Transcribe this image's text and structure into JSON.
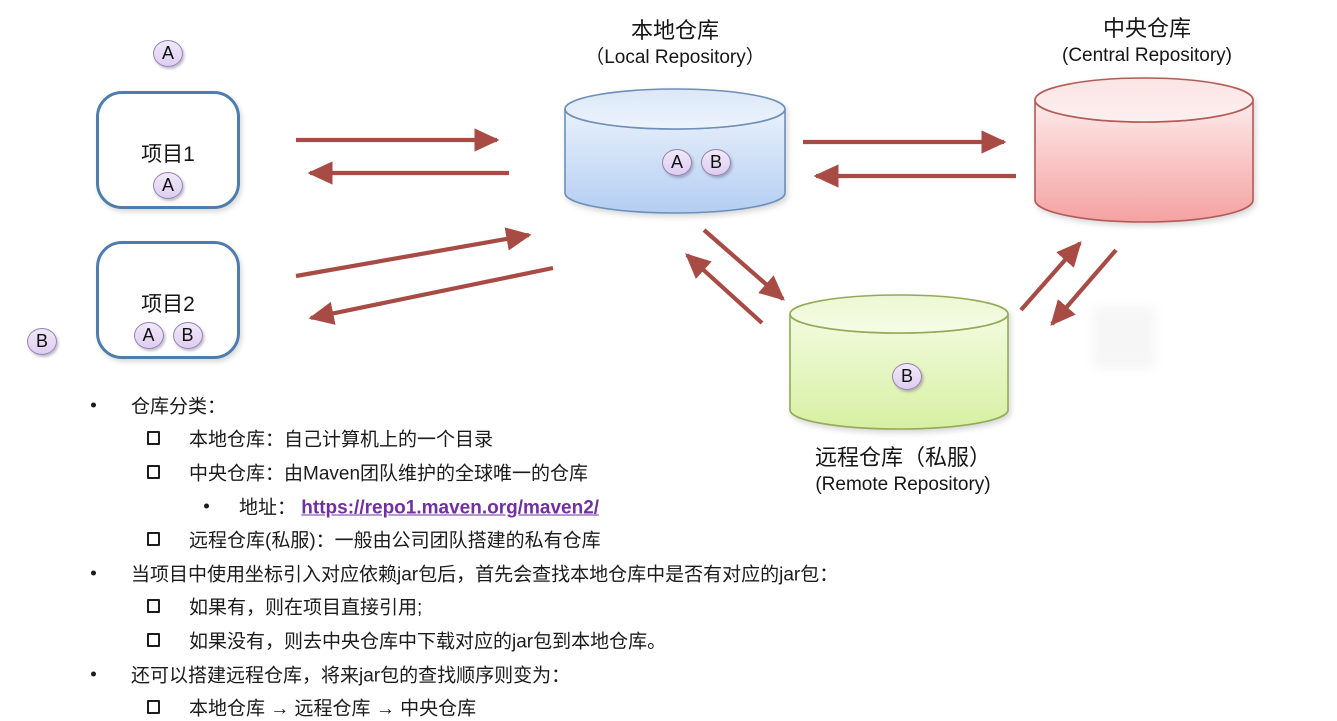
{
  "diagram": {
    "floating_badges": {
      "top_left": "A",
      "left_of_project2": "B"
    },
    "project1": {
      "label": "项目1",
      "badges": [
        "A"
      ]
    },
    "project2": {
      "label": "项目2",
      "badges": [
        "A",
        "B"
      ]
    },
    "local_repo": {
      "title_zh": "本地仓库",
      "title_en": "（Local Repository）",
      "badges": [
        "A",
        "B"
      ]
    },
    "central_repo": {
      "title_zh": "中央仓库",
      "title_en": "(Central Repository)"
    },
    "remote_repo": {
      "title_zh": "远程仓库（私服）",
      "title_en": "(Remote Repository)",
      "badges": [
        "B"
      ]
    },
    "colors": {
      "arrow": "#a84b45",
      "project_border": "#4e7dad",
      "badge_fill": "#e4d6f3",
      "badge_border": "#9186ae",
      "local_cylinder": "#bfd5f3",
      "central_cylinder": "#f6adad",
      "remote_cylinder": "#ddf2ad",
      "link": "#7030a0"
    }
  },
  "notes": {
    "lines": [
      {
        "level": 1,
        "text": "仓库分类："
      },
      {
        "level": 2,
        "text": "本地仓库：自己计算机上的一个目录"
      },
      {
        "level": 2,
        "text": "中央仓库：由Maven团队维护的全球唯一的仓库"
      },
      {
        "level": 3,
        "text": "地址：",
        "link": "https://repo1.maven.org/maven2/"
      },
      {
        "level": 2,
        "text": "远程仓库(私服)：一般由公司团队搭建的私有仓库"
      },
      {
        "level": 1,
        "text": "当项目中使用坐标引入对应依赖jar包后，首先会查找本地仓库中是否有对应的jar包："
      },
      {
        "level": 2,
        "text": "如果有，则在项目直接引用;"
      },
      {
        "level": 2,
        "text": "如果没有，则去中央仓库中下载对应的jar包到本地仓库。"
      },
      {
        "level": 1,
        "text": "还可以搭建远程仓库，将来jar包的查找顺序则变为："
      },
      {
        "level": 2,
        "text": "本地仓库 → 远程仓库 → 中央仓库"
      }
    ]
  }
}
